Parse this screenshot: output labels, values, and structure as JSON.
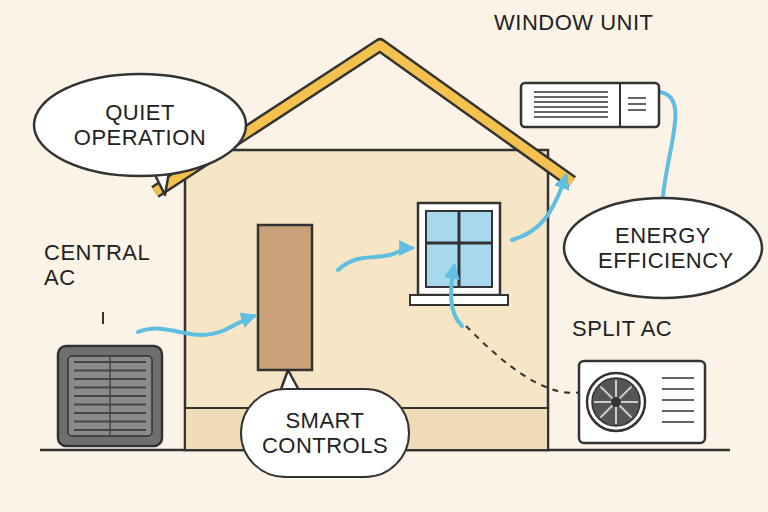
{
  "diagram": {
    "nodes": [
      {
        "text": [
          "QUIET OPERATION"
        ]
      },
      {
        "text": [
          "WINDOW UNIT"
        ]
      },
      {
        "text": [
          "CENTRAL AC"
        ]
      },
      {
        "text": [
          "ENERGY EFFICIENCY"
        ]
      },
      {
        "text": [
          "SPLIT AC"
        ]
      },
      {
        "text": [
          "SMART CONTROLS"
        ]
      }
    ],
    "edges": [
      {
        "from": 1,
        "to": 3,
        "arrow": "none"
      }
    ]
  }
}
